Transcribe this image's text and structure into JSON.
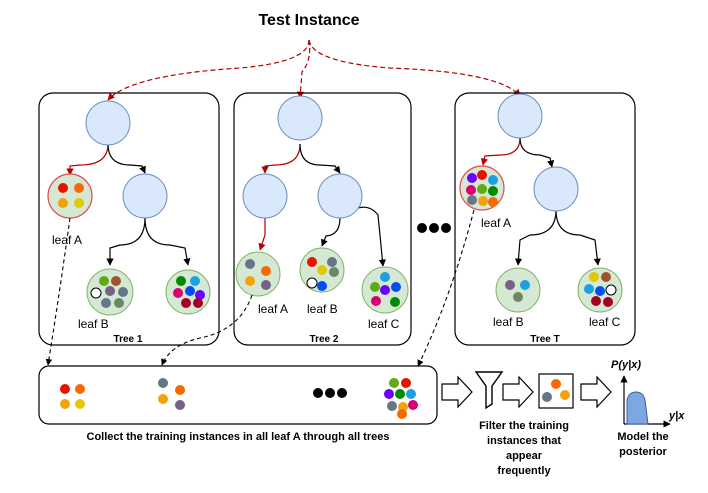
{
  "title": "Test Instance",
  "trees": [
    {
      "label": "Tree 1",
      "leaf_labels": [
        "leaf A",
        "leaf B"
      ]
    },
    {
      "label": "Tree 2",
      "leaf_labels": [
        "leaf A",
        "leaf B",
        "leaf C"
      ]
    },
    {
      "label": "Tree T",
      "leaf_labels": [
        "leaf A",
        "leaf B",
        "leaf C"
      ]
    }
  ],
  "collect_caption": "Collect the training instances in all leaf A through all trees",
  "filter_caption": [
    "Filter the training",
    "instances that",
    "appear",
    "frequently"
  ],
  "model_caption": [
    "Model the",
    "posterior"
  ],
  "axis": {
    "y_label": "P(y|x)",
    "x_label": "y|x"
  },
  "colors": {
    "node_fill": "#dae8fc",
    "node_stroke": "#6c8ebf",
    "leaf_fill": "#d5e8d4",
    "leaf_stroke": "#82b366",
    "highlight_path": "#b20000",
    "dashed_arrow": "#b20000",
    "posterior_fill": "#7ea6e0"
  },
  "icons": [
    "ellipsis-icon",
    "funnel-icon",
    "block-arrow-icon"
  ]
}
